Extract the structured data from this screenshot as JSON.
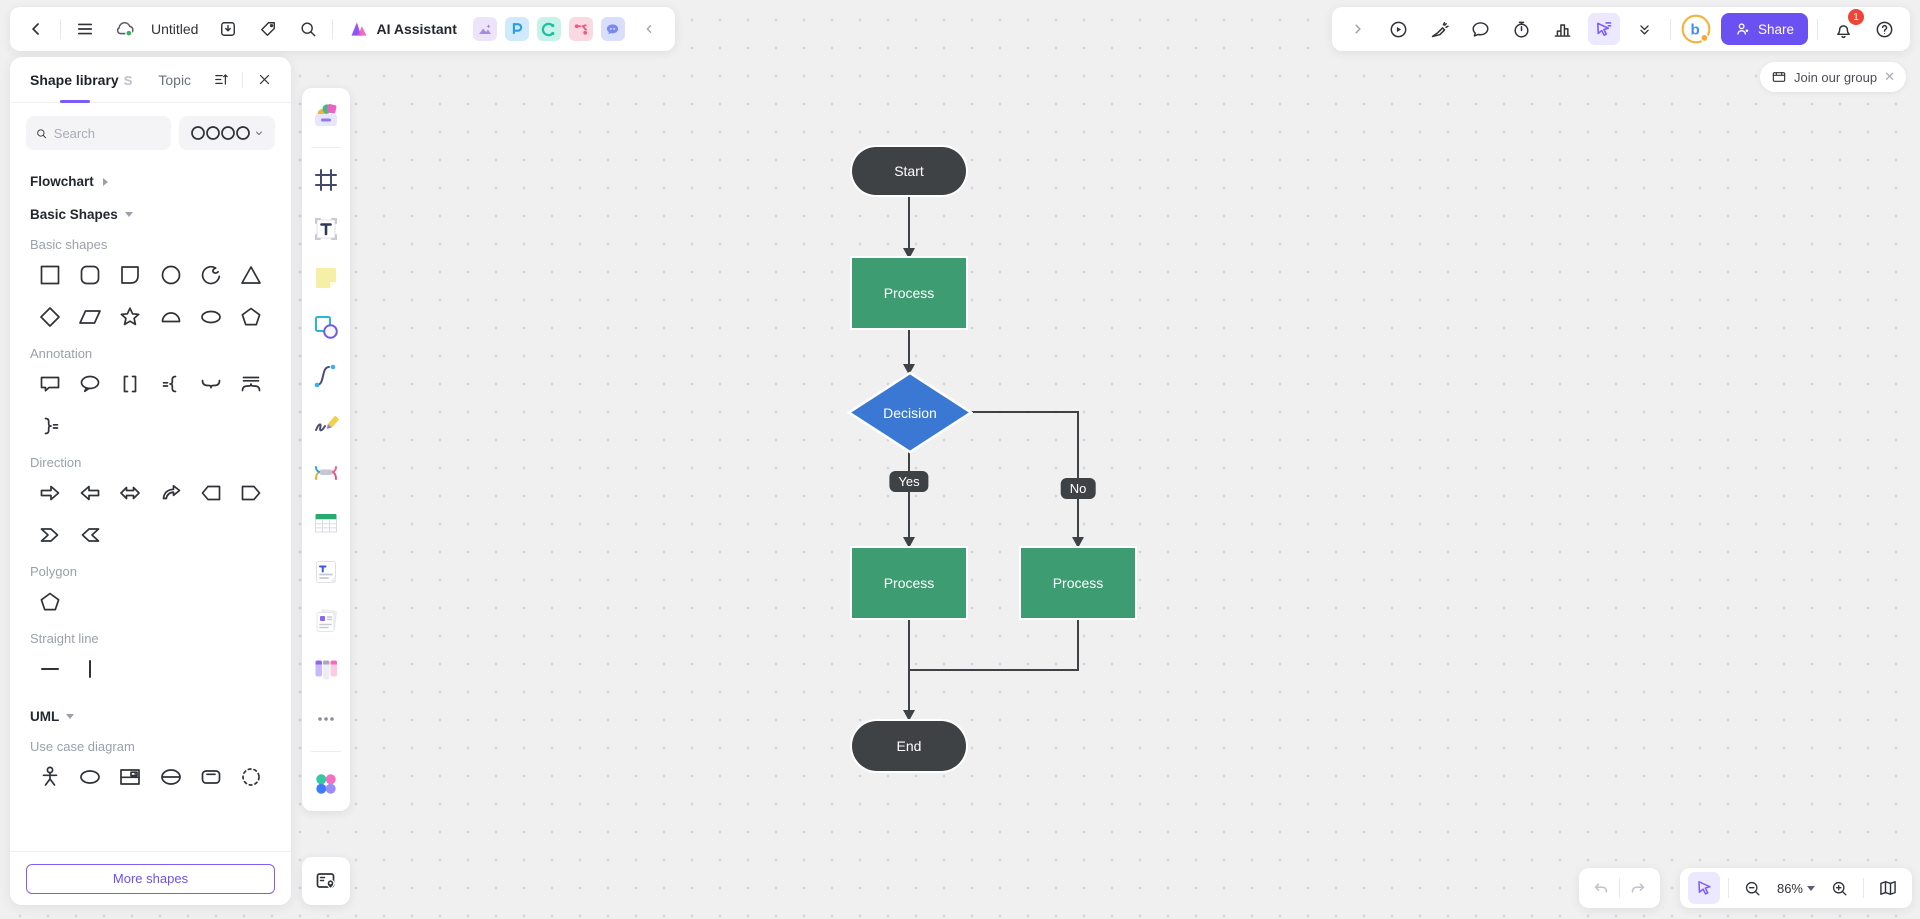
{
  "app": {
    "accent_purple": "#6C51F2",
    "canvas_bg": "#F0F0F1"
  },
  "topbar_left": {
    "title": "Untitled",
    "ai_assistant_label": "AI Assistant",
    "icons": [
      "back-icon",
      "menu-icon",
      "cloud-sync-icon",
      "download-icon",
      "tag-icon",
      "search-icon",
      "ai-logo",
      "image-app-icon",
      "presentation-app-icon",
      "mindmap-app-icon",
      "flowchart-app-icon",
      "chat-app-icon",
      "collapse-icon"
    ]
  },
  "topbar_right": {
    "share_label": "Share",
    "logo_letter": "b",
    "notification_badge": "1",
    "icons": [
      "expand-icon",
      "present-icon",
      "laser-pointer-icon",
      "comment-icon",
      "timer-icon",
      "chart-icon",
      "select-cursor-icon",
      "collapse-toolbar-icon",
      "brand-logo",
      "notification-bell-icon",
      "help-icon"
    ]
  },
  "group_banner": {
    "label": "Join our group"
  },
  "shape_panel": {
    "tabs": {
      "shape_library": "Shape library",
      "shape_library_shortcut": "S",
      "topic": "Topic"
    },
    "search_placeholder": "Search",
    "sections": {
      "flowchart": "Flowchart",
      "basic_shapes_group": "Basic Shapes",
      "basic_shapes_label": "Basic shapes",
      "annotation_label": "Annotation",
      "direction_label": "Direction",
      "polygon_label": "Polygon",
      "straight_line_label": "Straight line",
      "uml_group": "UML",
      "use_case_label": "Use case diagram"
    },
    "more_shapes_label": "More shapes",
    "icons": {
      "basic": [
        "square",
        "rounded-square",
        "half-rounded-square",
        "circle",
        "loop-circle",
        "triangle",
        "diamond",
        "parallelogram",
        "star",
        "semicircle",
        "oval",
        "pentagon"
      ],
      "annotation": [
        "speech-rect",
        "speech-oval",
        "brackets",
        "brace-left",
        "brace-down",
        "brace-up",
        "brace-right"
      ],
      "direction": [
        "arrow-right",
        "arrow-left",
        "arrow-double",
        "arrow-curved",
        "point-left",
        "point-right",
        "chevron-right",
        "chevron-left"
      ],
      "polygon": [
        "pentagon"
      ],
      "straight": [
        "line-horizontal",
        "line-vertical"
      ],
      "usecase": [
        "actor",
        "ellipse",
        "subsystem",
        "circle-divided",
        "rounded-rect-header",
        "dashed-circle"
      ]
    }
  },
  "toolbar": {
    "tools": [
      "shape-library",
      "|",
      "frame",
      "text",
      "sticky-note",
      "shapes",
      "connector",
      "pen",
      "mindmap",
      "table",
      "document",
      "note-cards",
      "kanban",
      "more",
      "|",
      "apps"
    ]
  },
  "flowchart": {
    "nodes": {
      "start": "Start",
      "process1": "Process",
      "decision": "Decision",
      "label_yes": "Yes",
      "label_no": "No",
      "process2": "Process",
      "process3": "Process",
      "end": "End"
    },
    "colors": {
      "terminal": "#3F4245",
      "process": "#3E9C72",
      "decision": "#3A78D3",
      "connector": "#3F4245"
    }
  },
  "zoom_controls": {
    "zoom_level": "86%"
  }
}
